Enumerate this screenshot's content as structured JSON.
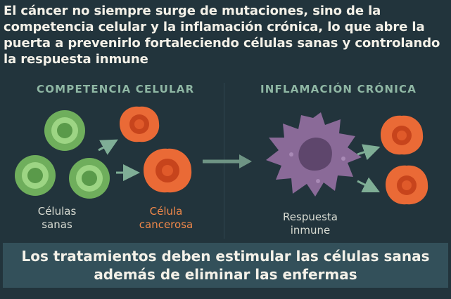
{
  "headline": "El cáncer no siempre surge de mutaciones, sino de la competencia celular y la inflamación crónica, lo que abre la puerta a prevenirlo fortaleciendo células sanas y controlando la respuesta inmune",
  "sections": {
    "left_title": "COMPETENCIA CELULAR",
    "right_title": "INFLAMACIÓN CRÓNICA"
  },
  "labels": {
    "healthy_line1": "Células",
    "healthy_line2": "sanas",
    "cancer_line1": "Célula",
    "cancer_line2": "cancerosa",
    "immune_line1": "Respuesta",
    "immune_line2": "inmune"
  },
  "footer": {
    "line1": "Los tratamientos deben estimular las células sanas",
    "line2": "además de eliminar las enfermas"
  },
  "colors": {
    "background": "#22343c",
    "healthy": "#7fbf6a",
    "cancer": "#ea6a36",
    "immune": "#8a6a98",
    "arrow": "#7fae96"
  }
}
